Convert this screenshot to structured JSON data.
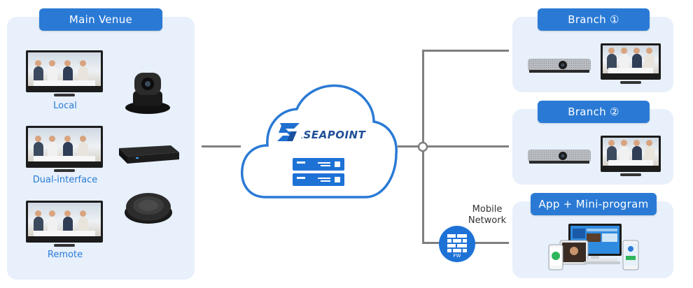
{
  "main_venue": {
    "title": "Main Venue",
    "items": [
      {
        "label": "Local",
        "device": "ptz-camera"
      },
      {
        "label": "Dual-interface",
        "device": "codec-box"
      },
      {
        "label": "Remote",
        "device": "speakerphone"
      }
    ]
  },
  "cloud": {
    "brand": "SEAPOINT",
    "brand_prefix": "."
  },
  "branches": [
    {
      "title": "Branch ①",
      "device": "video-bar"
    },
    {
      "title": "Branch ②",
      "device": "video-bar"
    },
    {
      "title": "App + Mini-program",
      "device": "multi-device"
    }
  ],
  "firewall": {
    "label": "FW"
  },
  "mobile_network": {
    "line1": "Mobile",
    "line2": "Network"
  },
  "colors": {
    "accent": "#2a7ad5",
    "panel": "#e7f0fb",
    "line": "#7f7f7f",
    "cloud_stroke": "#2a7ad5"
  }
}
